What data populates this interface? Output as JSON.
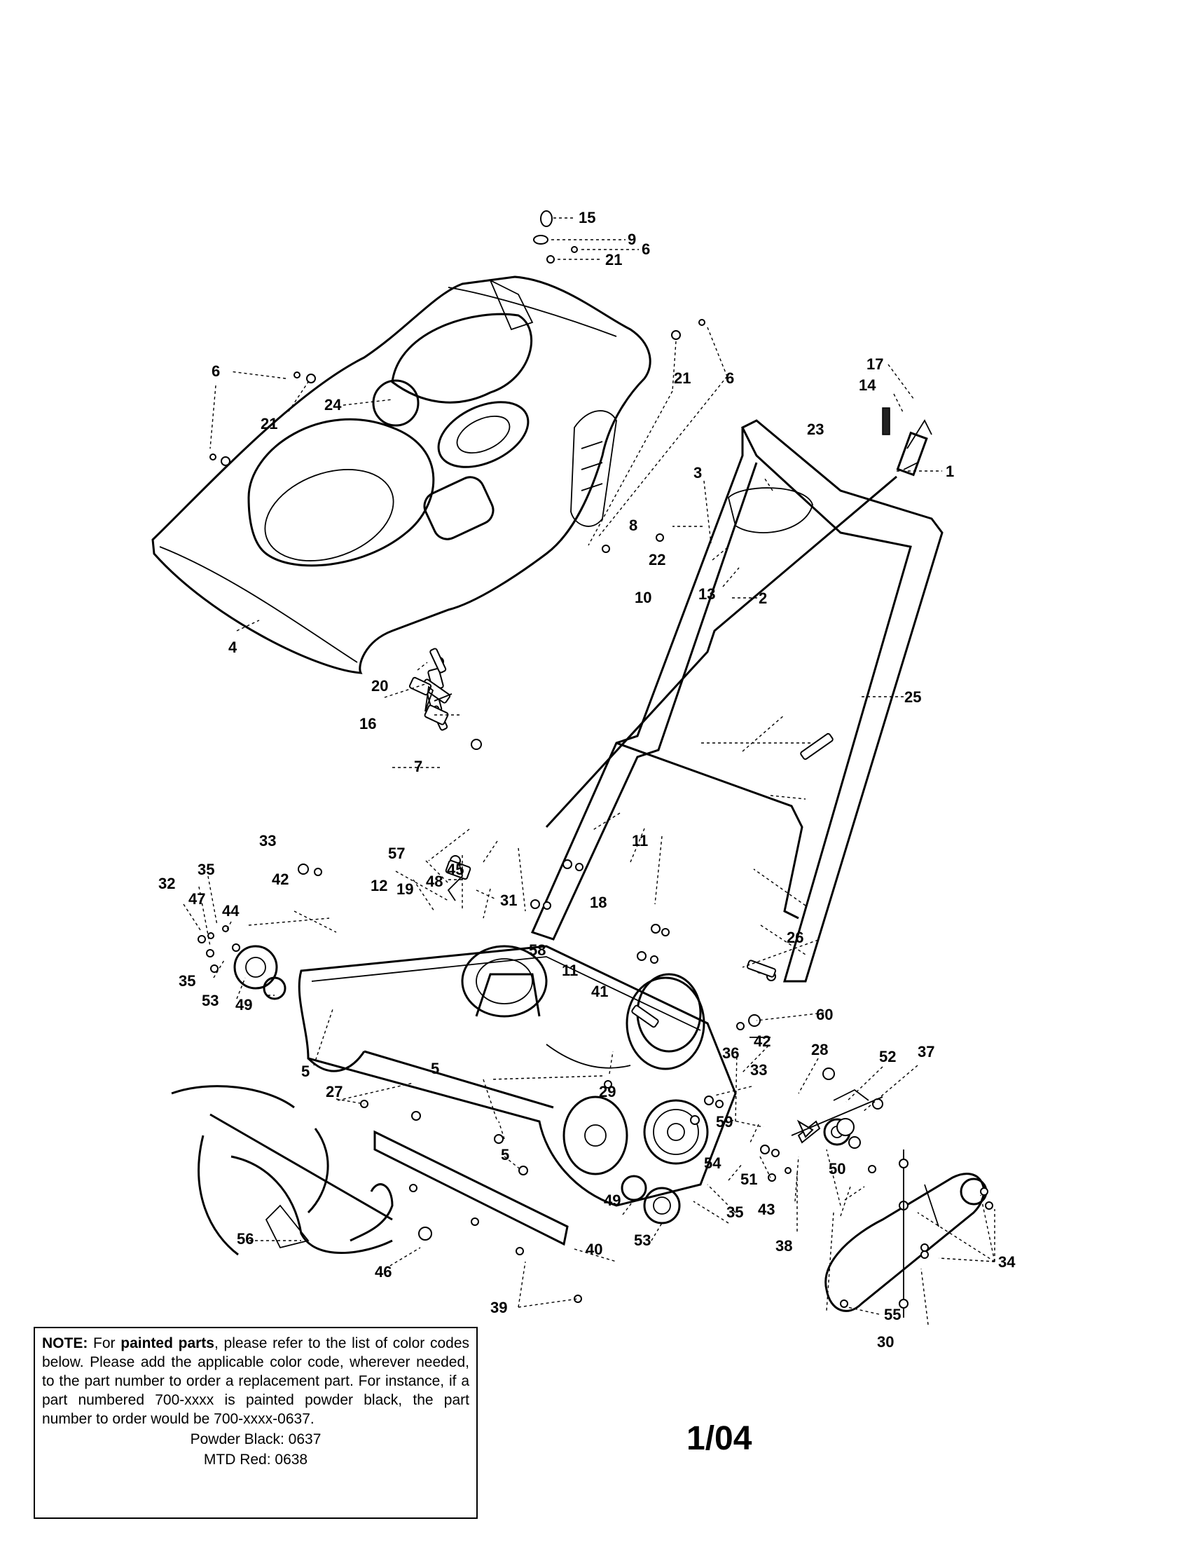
{
  "callouts": [
    "15",
    "9",
    "6",
    "21",
    "6",
    "21",
    "6",
    "21",
    "24",
    "17",
    "14",
    "1",
    "23",
    "3",
    "8",
    "22",
    "10",
    "13",
    "2",
    "4",
    "20",
    "16",
    "25",
    "7",
    "11",
    "33",
    "35",
    "57",
    "45",
    "32",
    "47",
    "44",
    "42",
    "12",
    "19",
    "48",
    "31",
    "18",
    "58",
    "26",
    "35",
    "53",
    "49",
    "11",
    "41",
    "60",
    "5",
    "36",
    "42",
    "28",
    "52",
    "37",
    "33",
    "27",
    "5",
    "29",
    "59",
    "5",
    "54",
    "51",
    "43",
    "49",
    "53",
    "35",
    "50",
    "34",
    "56",
    "40",
    "38",
    "46",
    "55",
    "39",
    "30"
  ],
  "note": {
    "label": "NOTE:",
    "intro": " For ",
    "bold_phrase": "painted parts",
    "body": ", please refer to the list of color codes below. Please add the applicable color code, wherever needed, to the part number to order a replacement part. For instance, if a part numbered 700-xxxx is painted powder black, the part number to order would be 700-xxxx-0637.",
    "codes": [
      "Powder Black: 0637",
      "MTD Red: 0638"
    ]
  },
  "page_number": "1/04"
}
